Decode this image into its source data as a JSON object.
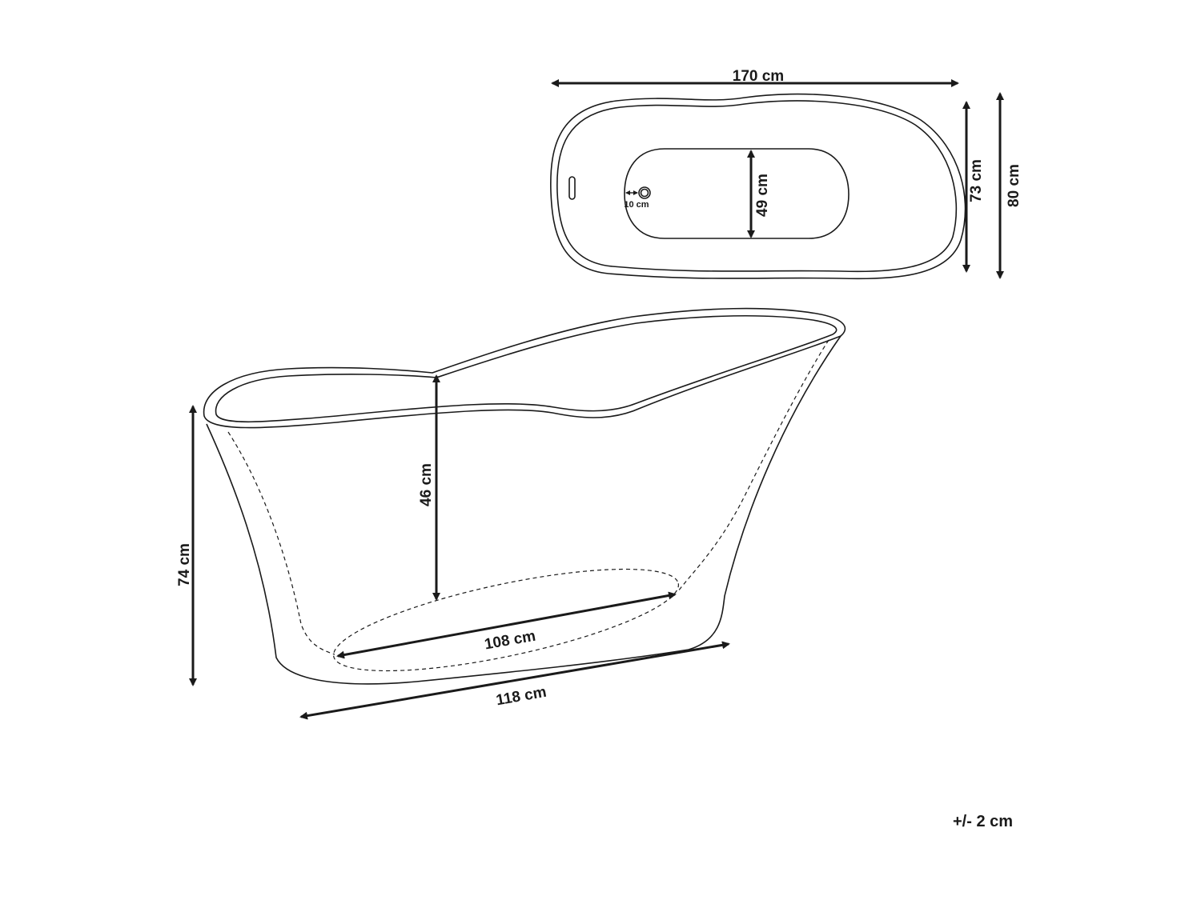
{
  "diagram": {
    "subject": "Freestanding slipper bathtub dimensions",
    "top_view": {
      "length_label": "170 cm",
      "inner_width_label": "73 cm",
      "outer_width_label": "80 cm",
      "basin_width_label": "49 cm",
      "drain_offset_label": "10 cm"
    },
    "side_view": {
      "height_label": "74 cm",
      "depth_label": "46 cm",
      "bottom_inner_length_label": "108 cm",
      "base_length_label": "118 cm"
    },
    "tolerance": "+/- 2 cm",
    "colors": {
      "line": "#1a1a1a",
      "background": "#ffffff"
    }
  }
}
